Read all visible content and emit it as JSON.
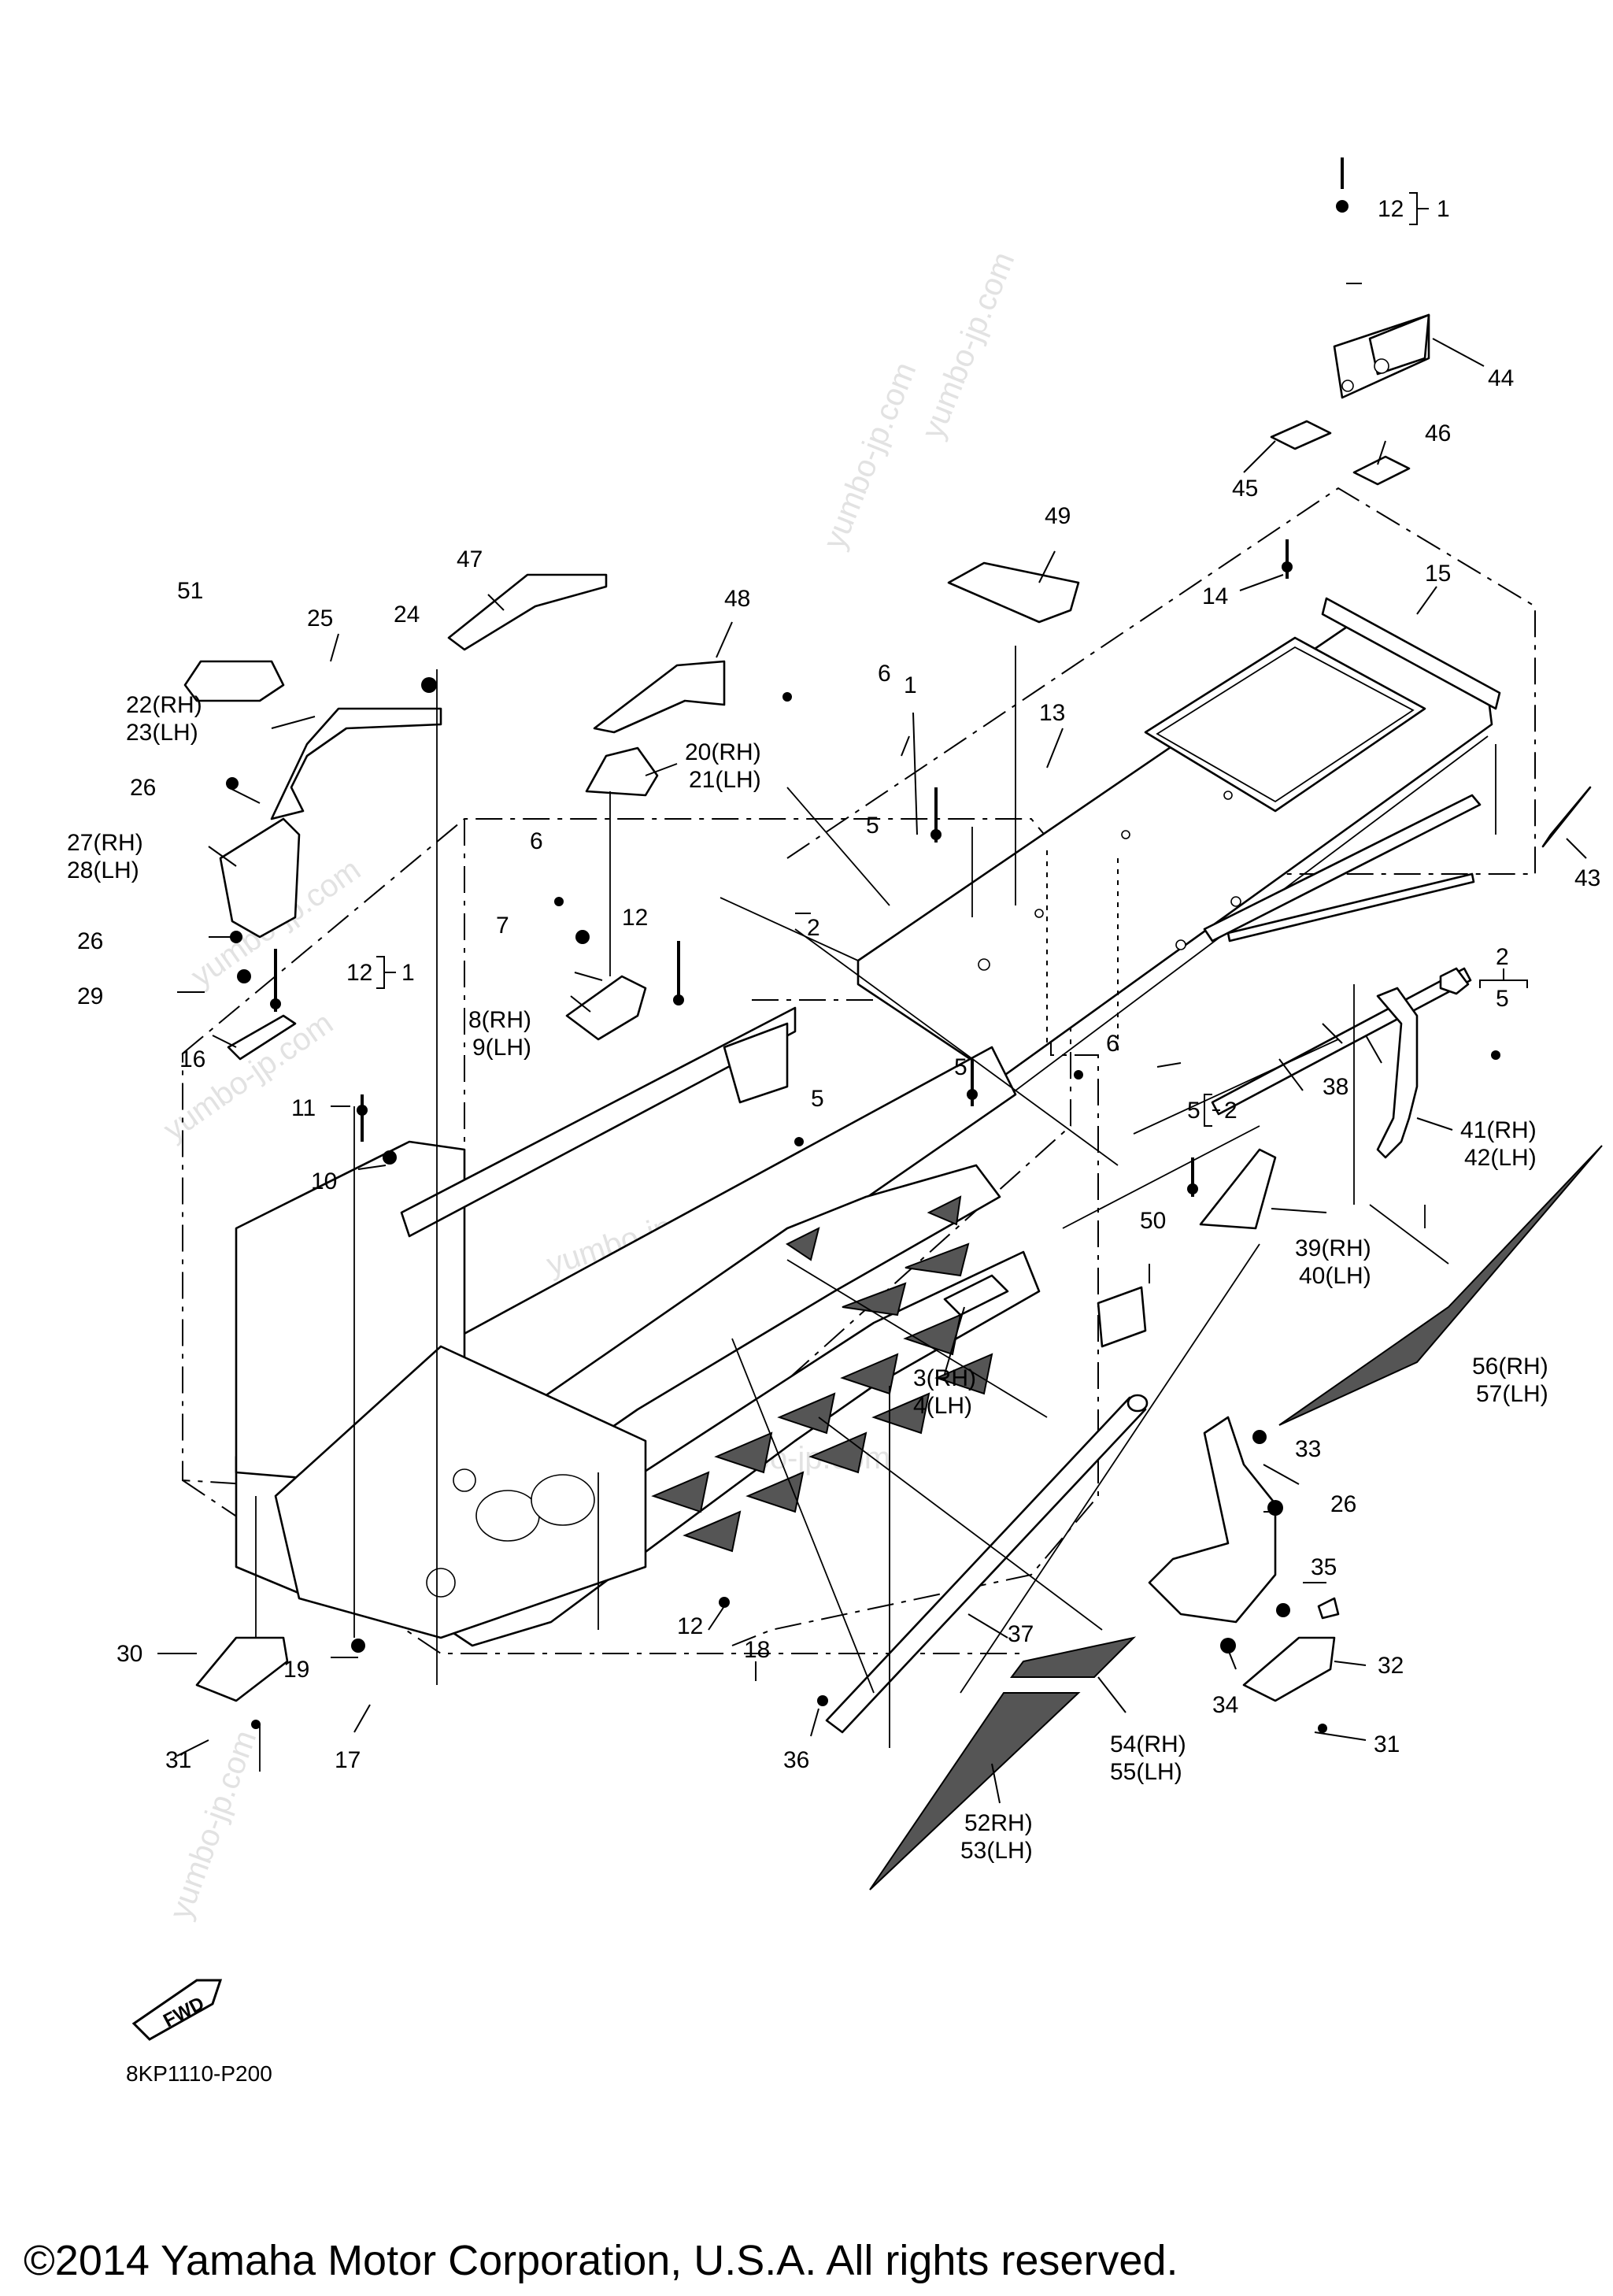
{
  "diagram": {
    "part_code": "8KP1110-P200",
    "copyright": "©2014 Yamaha Motor Corporation, U.S.A. All rights reserved.",
    "watermark": "yumbo-jp.com",
    "fwd_badge": "FWD",
    "labels": {
      "l1": "1",
      "l2": "2",
      "l5": "5",
      "l6": "6",
      "l6b": "6",
      "l6c": "6",
      "l5b": "5",
      "l5c": "5",
      "l5d": "5",
      "l7": "7",
      "l8": "8(RH)",
      "l9": "9(LH)",
      "l10": "10",
      "l11": "11",
      "l12": "12",
      "l12c": "12",
      "l13": "13",
      "l14": "14",
      "l15": "15",
      "l16": "16",
      "l17": "17",
      "l18": "18",
      "l19": "19",
      "l20": "20(RH)",
      "l21": "21(LH)",
      "l22": "22(RH)",
      "l23": "23(LH)",
      "l24": "24",
      "l25": "25",
      "l26a": "26",
      "l26b": "26",
      "l26c": "26",
      "l27": "27(RH)",
      "l28": "28(LH)",
      "l29": "29",
      "l30": "30",
      "l31a": "31",
      "l31b": "31",
      "l32": "32",
      "l33": "33",
      "l34": "34",
      "l35": "35",
      "l36": "36",
      "l37": "37",
      "l38": "38",
      "l39": "39(RH)",
      "l40": "40(LH)",
      "l41": "41(RH)",
      "l42": "42(LH)",
      "l3": "3(RH)",
      "l4": "4(LH)",
      "l43": "43",
      "l44": "44",
      "l45": "45",
      "l46": "46",
      "l47": "47",
      "l48": "48",
      "l49": "49",
      "l50": "50",
      "l52": "52RH)",
      "l53": "53(LH)",
      "l54": "54(RH)",
      "l55": "55(LH)",
      "l51": "51",
      "l56": "56(RH)",
      "l57": "57(LH)",
      "g1a": "12",
      "g1b": "1",
      "g2a": "12",
      "g2b": "1",
      "g3a": "2",
      "g3b": "5",
      "g4a": "5",
      "g4b": "2"
    }
  }
}
